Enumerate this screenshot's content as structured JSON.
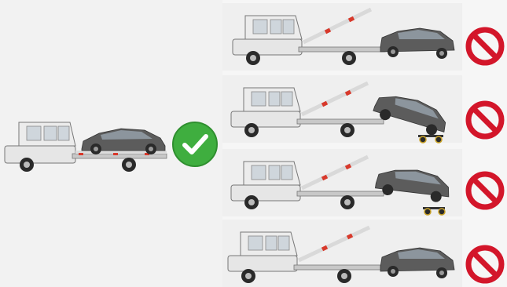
{
  "colors": {
    "truck_body": "#e8e8e8",
    "truck_outline": "#6b6b6b",
    "car_body": "#5c5c5c",
    "car_dark": "#2f2f2f",
    "tire": "#2a2a2a",
    "ramp": "#d9d9d9",
    "stripe_red": "#d8392b",
    "ok_green": "#3fae3f",
    "no_red": "#d3162a"
  },
  "correct": {
    "icon": "check-circle-icon",
    "result": "correct"
  },
  "incorrect": [
    {
      "id": "car-on-raised-ramp",
      "icon": "no-entry-icon",
      "result": "incorrect"
    },
    {
      "id": "car-on-ramp-with-dollies",
      "icon": "no-entry-icon",
      "result": "incorrect"
    },
    {
      "id": "car-front-on-dollies",
      "icon": "no-entry-icon",
      "result": "incorrect"
    },
    {
      "id": "car-behind-raised-ramp",
      "icon": "no-entry-icon",
      "result": "incorrect"
    }
  ]
}
